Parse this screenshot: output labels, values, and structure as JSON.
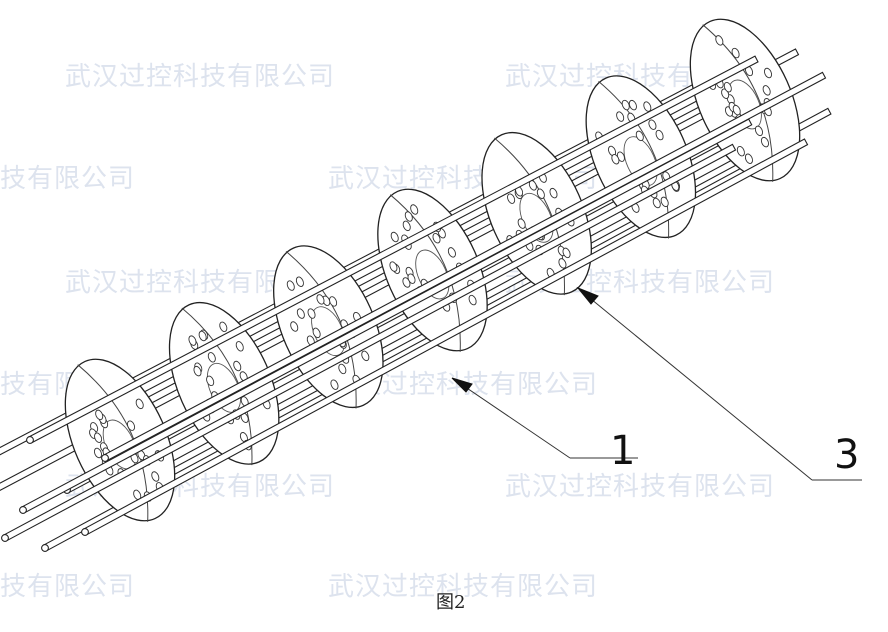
{
  "watermark_text": "武汉过控科技有限公司",
  "watermark_fragment": "技有限公司",
  "callouts": {
    "one": "1",
    "three": "3"
  },
  "caption": "图2"
}
